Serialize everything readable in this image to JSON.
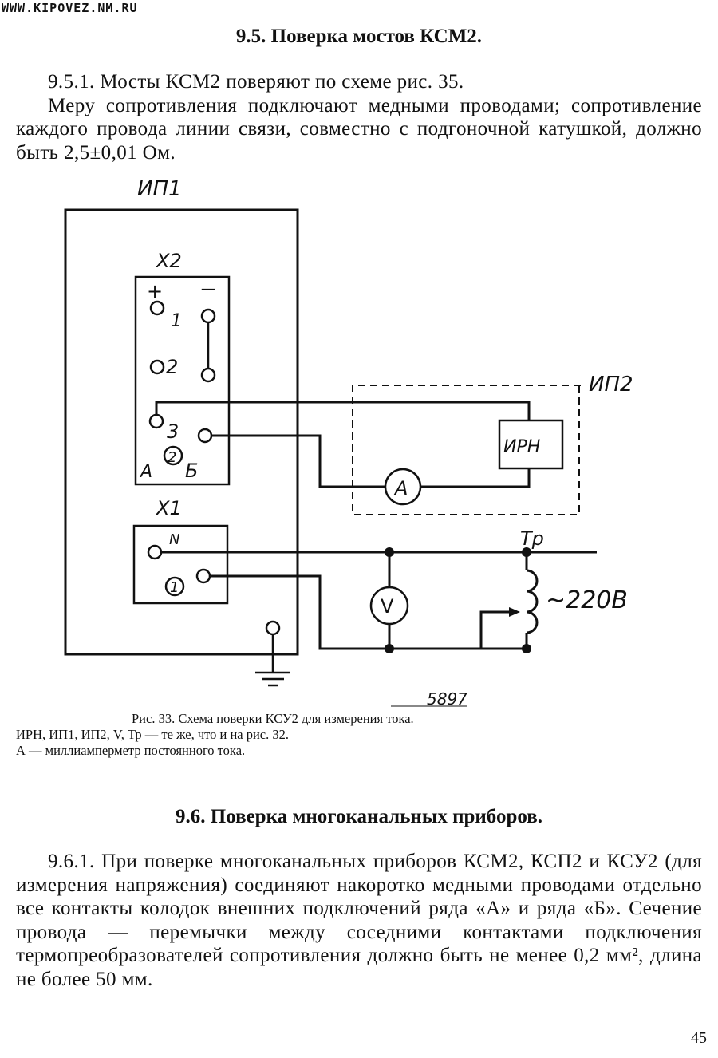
{
  "watermark": "WWW.KIPOVEZ.NM.RU",
  "section_95": {
    "heading": "9.5. Поверка мостов КСМ2.",
    "para_1": "9.5.1. Мосты КСМ2 поверяют по схеме рис. 35.",
    "para_2": "Меру сопротивления подключают медными проводами; сопротивление каждого провода линии связи, совместно с подгоночной катушкой, должно быть 2,5±0,01 Ом."
  },
  "figure": {
    "labels": {
      "ip1": "ИП1",
      "ip2": "ИП2",
      "x2": "Х2",
      "x1": "Х1",
      "plus": "+",
      "minus": "−",
      "t1": "1",
      "t2": "2",
      "t3": "3",
      "t2_circled": "2",
      "row_a": "А",
      "row_b": "Б",
      "n": "N",
      "one_circled": "1",
      "irn": "ИРН",
      "ammeter": "А",
      "voltmeter": "V",
      "tr": "Тр",
      "voltage": "~220В",
      "number": "5897"
    },
    "caption_line_1": "Рис. 33. Схема поверки КСУ2 для измерения тока.",
    "caption_line_2": "ИРН, ИП1, ИП2, V, Тр — те же, что и на рис. 32.",
    "caption_line_3": "А — миллиамперметр постоянного тока."
  },
  "section_96": {
    "heading": "9.6. Поверка многоканальных приборов.",
    "para_1": "9.6.1. При поверке многоканальных приборов КСМ2, КСП2 и КСУ2 (для измерения напряжения) соединяют накоротко медными проводами отдельно все контакты колодок внешних подключений ряда «А» и ряда «Б». Сечение провода — перемычки между соседними контактами подключения термопреобразователей сопротивления должно быть не менее 0,2 мм², длина не более 50 мм."
  },
  "page_number": "45"
}
